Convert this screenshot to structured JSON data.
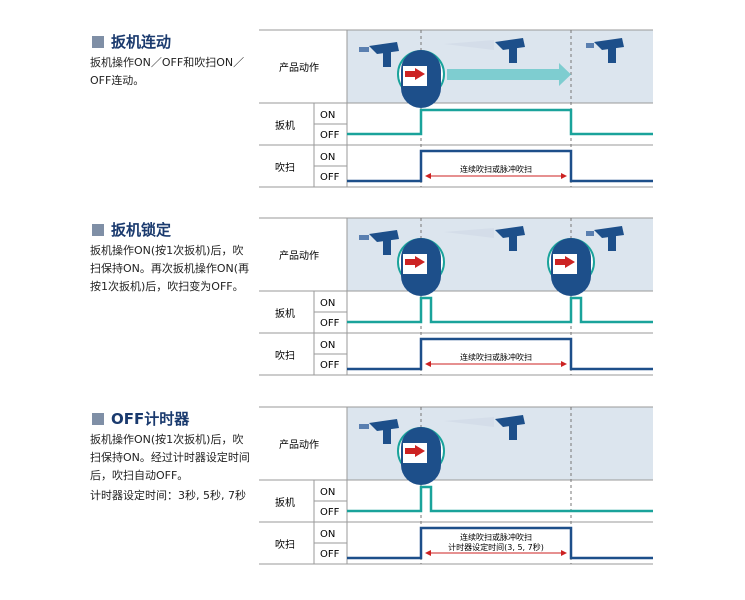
{
  "colors": {
    "heading": "#1a3a6e",
    "trigger_line": "#1aa39b",
    "blow_line": "#1d4f8a",
    "arrow": "#cc2222",
    "flow_arrow": "#7ecdd0",
    "panel_bg": "#dce5ee",
    "grid": "#9a9a9a"
  },
  "labels": {
    "action": "产品动作",
    "trigger": "扳机",
    "blow": "吹扫",
    "on": "ON",
    "off": "OFF"
  },
  "sections": [
    {
      "title": "扳机连动",
      "desc": [
        "扳机操作ON／OFF和吹扫ON／OFF连动。"
      ],
      "blow_label": "连续吹扫或脉冲吹扫",
      "blow_label2": ""
    },
    {
      "title": "扳机锁定",
      "desc": [
        "扳机操作ON(按1次扳机)后，吹扫保持ON。再次扳机操作ON(再按1次扳机)后，吹扫变为OFF。"
      ],
      "blow_label": "连续吹扫或脉冲吹扫",
      "blow_label2": ""
    },
    {
      "title": "OFF计时器",
      "desc": [
        "扳机操作ON(按1次扳机)后，吹扫保持ON。经过计时器设定时间后，吹扫自动OFF。",
        "计时器设定时间：3秒, 5秒, 7秒"
      ],
      "blow_label": "连续吹扫或脉冲吹扫",
      "blow_label2": "计时器设定时间(3, 5, 7秒)"
    }
  ]
}
